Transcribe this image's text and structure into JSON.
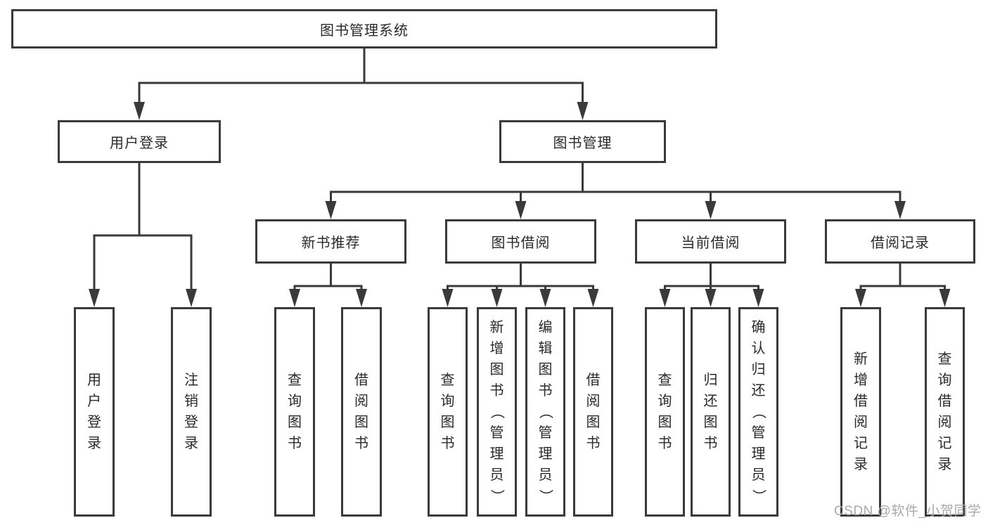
{
  "diagram": {
    "nodes": [
      {
        "id": "root",
        "label": "图书管理系统",
        "level": 1,
        "parent": null
      },
      {
        "id": "user-login",
        "label": "用户登录",
        "level": 2,
        "parent": "root"
      },
      {
        "id": "book-mgmt",
        "label": "图书管理",
        "level": 2,
        "parent": "root"
      },
      {
        "id": "new-book-rec",
        "label": "新书推荐",
        "level": 3,
        "parent": "book-mgmt"
      },
      {
        "id": "book-borrow",
        "label": "图书借阅",
        "level": 3,
        "parent": "book-mgmt"
      },
      {
        "id": "current-borrow",
        "label": "当前借阅",
        "level": 3,
        "parent": "book-mgmt"
      },
      {
        "id": "borrow-records",
        "label": "借阅记录",
        "level": 3,
        "parent": "book-mgmt"
      },
      {
        "id": "leaf-user-login",
        "label": "用户登录",
        "level": 4,
        "parent": "user-login"
      },
      {
        "id": "leaf-logout",
        "label": "注销登录",
        "level": 4,
        "parent": "user-login"
      },
      {
        "id": "leaf-query-books-1",
        "label": "查询图书",
        "level": 4,
        "parent": "new-book-rec"
      },
      {
        "id": "leaf-borrow-books-1",
        "label": "借阅图书",
        "level": 4,
        "parent": "new-book-rec"
      },
      {
        "id": "leaf-query-books-2",
        "label": "查询图书",
        "level": 4,
        "parent": "book-borrow"
      },
      {
        "id": "leaf-add-books",
        "label": "新增图书（管理员）",
        "level": 4,
        "parent": "book-borrow"
      },
      {
        "id": "leaf-edit-books",
        "label": "编辑图书（管理员）",
        "level": 4,
        "parent": "book-borrow"
      },
      {
        "id": "leaf-borrow-books-2",
        "label": "借阅图书",
        "level": 4,
        "parent": "book-borrow"
      },
      {
        "id": "leaf-query-books-3",
        "label": "查询图书",
        "level": 4,
        "parent": "current-borrow"
      },
      {
        "id": "leaf-return-books",
        "label": "归还图书",
        "level": 4,
        "parent": "current-borrow"
      },
      {
        "id": "leaf-confirm-return",
        "label": "确认归还（管理员）",
        "level": 4,
        "parent": "current-borrow"
      },
      {
        "id": "leaf-add-borrow-record",
        "label": "新增借阅记录",
        "level": 4,
        "parent": "borrow-records"
      },
      {
        "id": "leaf-query-borrow-record",
        "label": "查询借阅记录",
        "level": 4,
        "parent": "borrow-records"
      }
    ]
  },
  "watermark": {
    "text": "CSDN @软件_小贺同学"
  },
  "colors": {
    "line": "#3a3a3a",
    "text": "#2a2a2a",
    "background": "#ffffff",
    "watermark": "#a9a9a9"
  }
}
